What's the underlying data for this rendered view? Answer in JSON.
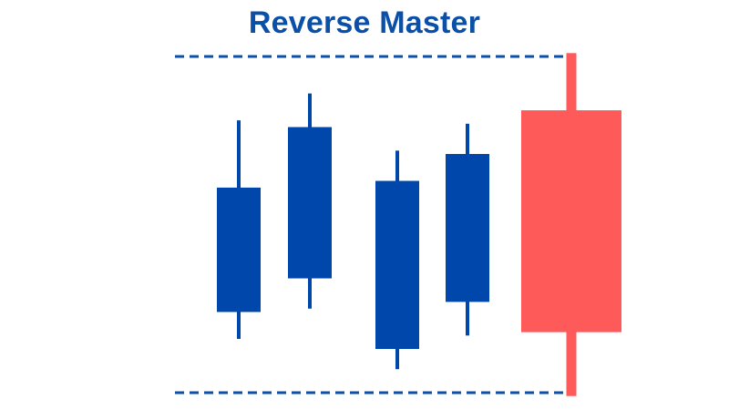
{
  "title": "Reverse Master",
  "colors": {
    "title": "#0a4fa8",
    "bullish_candle": "#0047ab",
    "reversal_candle": "#ff5a5a",
    "range_line": "#0a4fa8",
    "background": "#ffffff"
  },
  "chart_data": {
    "type": "candlestick",
    "range_lines": "dashed",
    "ylim": [
      0,
      100
    ],
    "candles": [
      {
        "direction": "up",
        "role": "preceding",
        "low": 16,
        "open": 24,
        "close": 61,
        "high": 81
      },
      {
        "direction": "up",
        "role": "preceding",
        "low": 25,
        "open": 34,
        "close": 79,
        "high": 89
      },
      {
        "direction": "up",
        "role": "preceding",
        "low": 7,
        "open": 13,
        "close": 63,
        "high": 72
      },
      {
        "direction": "up",
        "role": "preceding",
        "low": 17,
        "open": 27,
        "close": 71,
        "high": 80
      },
      {
        "direction": "down",
        "role": "reversal",
        "low": -1,
        "open": 84,
        "close": 18,
        "high": 101
      }
    ]
  }
}
